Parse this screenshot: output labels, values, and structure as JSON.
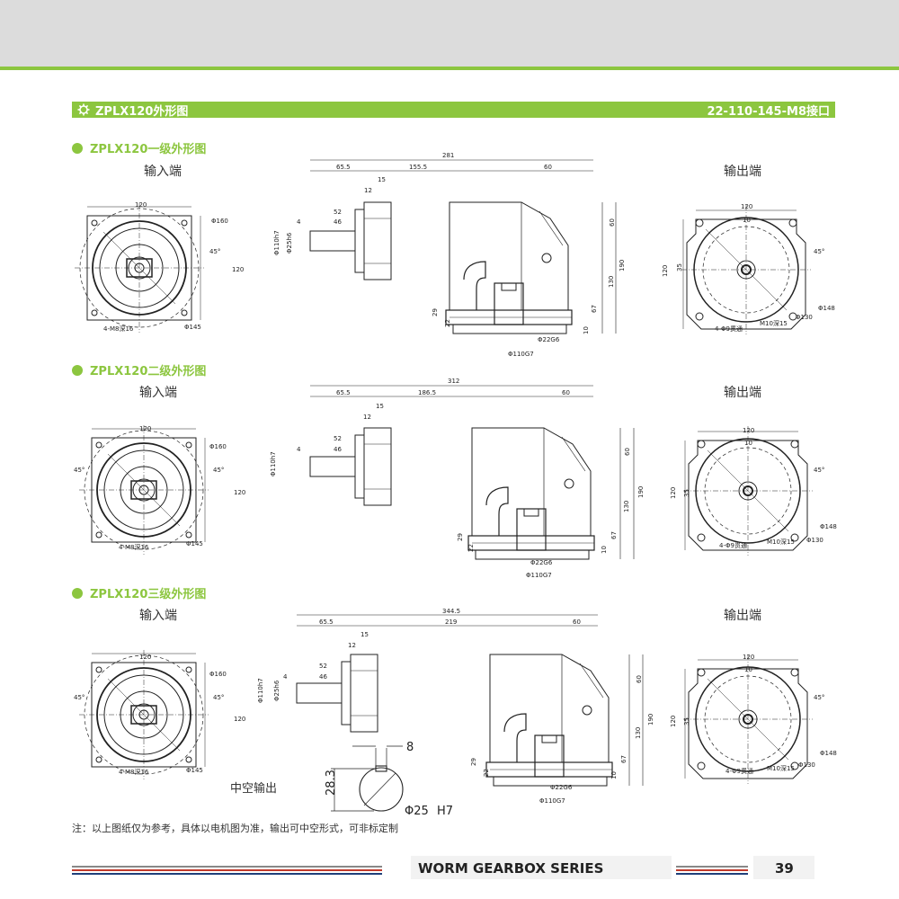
{
  "header": {
    "title_left": "ZPLX120外形图",
    "title_right": "22-110-145-M8接口"
  },
  "sections": [
    {
      "heading": "ZPLX120一级外形图",
      "input_caption": "输入端",
      "output_caption": "输出端",
      "total": "281",
      "mid": "155.5"
    },
    {
      "heading": "ZPLX120二级外形图",
      "input_caption": "输入端",
      "output_caption": "输出端",
      "total": "312",
      "mid": "186.5"
    },
    {
      "heading": "ZPLX120三级外形图",
      "input_caption": "输入端",
      "output_caption": "输出端",
      "total": "344.5",
      "mid": "219"
    }
  ],
  "dims": {
    "d65": "65.5",
    "d60": "60",
    "d52": "52",
    "d46": "46",
    "d15": "15",
    "d12": "12",
    "d4": "4",
    "d120": "120",
    "d10": "10",
    "d35": "35",
    "d190": "190",
    "d130": "130",
    "d67": "67",
    "d22": "22",
    "d29": "29",
    "phi160": "Φ160",
    "phi145": "Φ145",
    "phi148": "Φ148",
    "phi130": "Φ130",
    "phi22": "Φ22G6",
    "phi110": "Φ110G7",
    "phi110h": "Φ110h7",
    "phi25h": "Φ25h6",
    "m8": "4-M8深16",
    "m10": "M10深15",
    "holes": "4-Φ9贯通",
    "ang45": "45°"
  },
  "hollow": {
    "caption": "中空输出",
    "key_width": "8",
    "depth": "28.3",
    "bore": "Φ25",
    "tol": "H7"
  },
  "note": "注：以上图纸仅为参考，具体以电机图为准，输出可中空形式，可非标定制",
  "footer": {
    "series": "WORM GEARBOX SERIES",
    "page": "39"
  },
  "colors": {
    "accent": "#8cc63f",
    "band": "#dcdcdc"
  }
}
